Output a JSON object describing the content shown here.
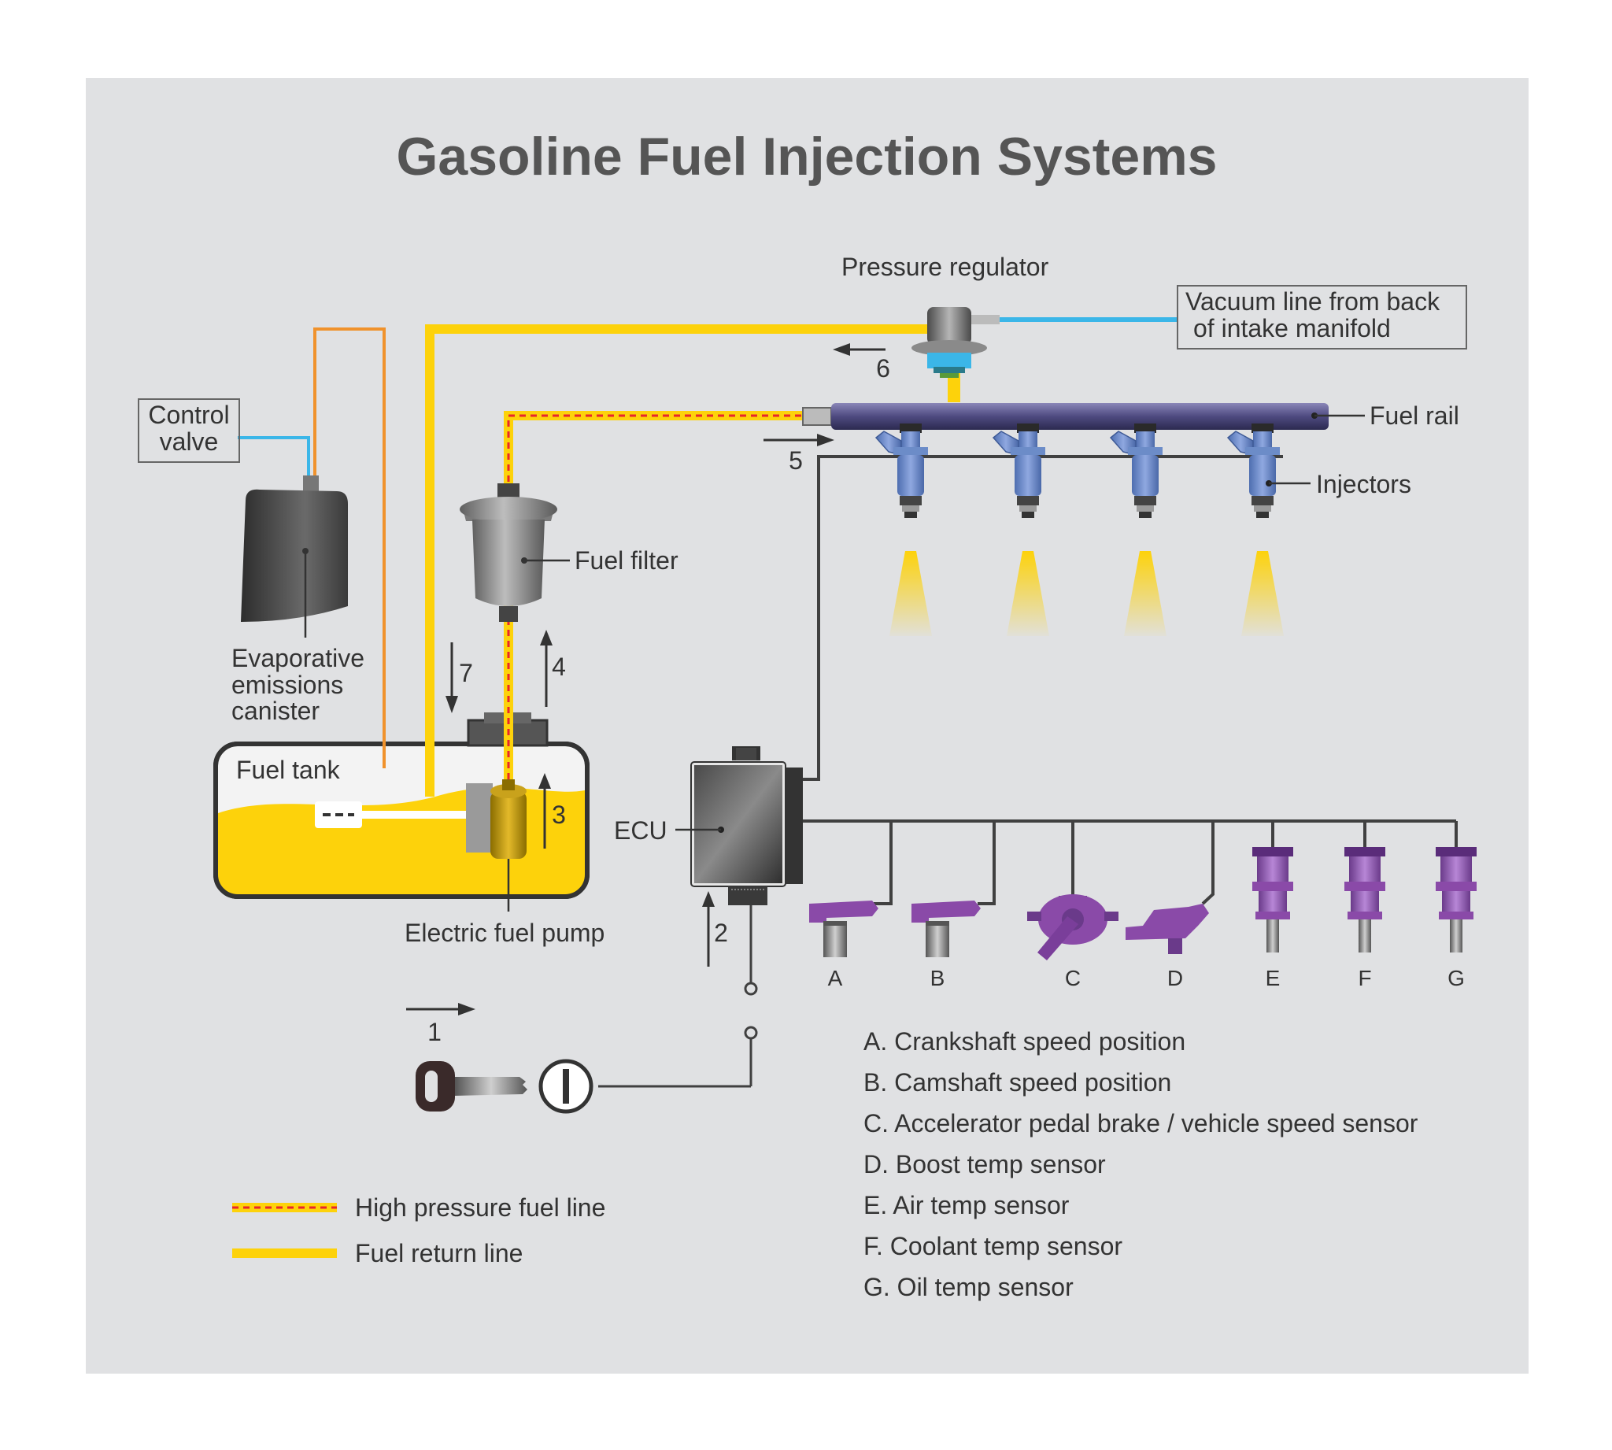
{
  "title": "Gasoline Fuel Injection Systems",
  "labels": {
    "pressure_regulator": "Pressure regulator",
    "vacuum_line_1": "Vacuum line from back",
    "vacuum_line_2": "of intake manifold",
    "fuel_rail": "Fuel rail",
    "injectors": "Injectors",
    "control_valve_1": "Control",
    "control_valve_2": "valve",
    "fuel_filter": "Fuel filter",
    "canister_1": "Evaporative",
    "canister_2": "emissions",
    "canister_3": "canister",
    "fuel_tank": "Fuel tank",
    "electric_fuel_pump": "Electric fuel pump",
    "ecu": "ECU"
  },
  "steps": [
    "1",
    "2",
    "3",
    "4",
    "5",
    "6",
    "7"
  ],
  "sensor_letters": [
    "A",
    "B",
    "C",
    "D",
    "E",
    "F",
    "G"
  ],
  "sensor_list": [
    "A.  Crankshaft speed position",
    "B.  Camshaft speed position",
    "C.  Accelerator pedal brake / vehicle speed sensor",
    "D.  Boost temp sensor",
    "E.  Air temp sensor",
    "F.  Coolant temp sensor",
    "G. Oil temp sensor"
  ],
  "legend": {
    "high_pressure": "High pressure fuel line",
    "return_line": "Fuel return line"
  },
  "colors": {
    "panel": "#e0e1e3",
    "fuel": "#fdd20b",
    "high_pressure_dash": "#e8262b",
    "vacuum": "#3bb6e8",
    "evap_line": "#f0922c",
    "wire": "#404040",
    "injector": "#6c8cc8",
    "sensor": "#8a4aa8",
    "text": "#333333",
    "title": "#555555"
  }
}
